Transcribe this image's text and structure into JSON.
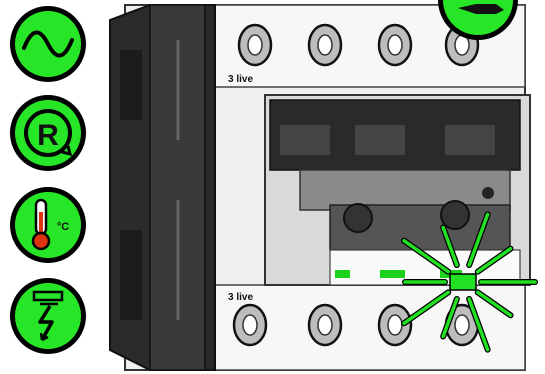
{
  "colors": {
    "accent_green": "#27e627",
    "indicator_green": "#19d219",
    "dark_body": "#2b2b2b",
    "icon_outline": "#111111"
  },
  "icons": [
    {
      "name": "sine-wave-icon",
      "meaning": "ac-power"
    },
    {
      "name": "reset-icon",
      "letter": "R"
    },
    {
      "name": "thermometer-icon",
      "unit": "°C"
    },
    {
      "name": "short-circuit-icon"
    },
    {
      "name": "hand-icon"
    }
  ],
  "device": {
    "top_terminal_label": "3 live",
    "bottom_terminal_label": "3 live",
    "status_light": "on"
  }
}
